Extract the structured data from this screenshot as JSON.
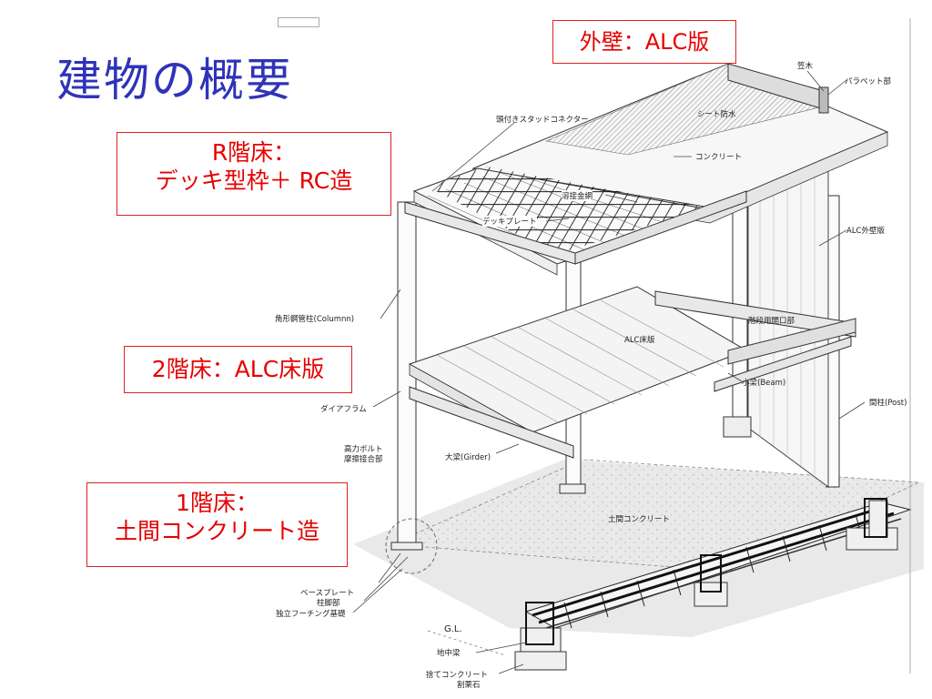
{
  "title": "建物の概要",
  "callouts": {
    "exterior_wall": "外壁：ALC版",
    "roof_floor_line1": "R階床：",
    "roof_floor_line2": "デッキ型枠＋ RC造",
    "second_floor": "2階床：ALC床版",
    "first_floor_line1": "1階床：",
    "first_floor_line2": "土間コンクリート造"
  },
  "labels": {
    "kasagi": "笠木",
    "parapet": "パラペット部",
    "sheet_waterproof": "シート防水",
    "stud_connector": "頭付きスタッドコネクター",
    "concrete": "コンクリート",
    "welded_mesh": "溶接金網",
    "deck_plate": "デッキプレート",
    "alc_wall_panel": "ALC外壁版",
    "column": "角形鋼管柱(Columnn)",
    "stair_opening": "階段用開口部",
    "alc_floor_panel": "ALC床版",
    "beam": "小梁(Beam)",
    "diaphragm": "ダイアフラム",
    "post": "間柱(Post)",
    "hi_bolt_1": "高力ボルト",
    "hi_bolt_2": "摩擦接合部",
    "girder": "大梁(Girder)",
    "slab_concrete": "土間コンクリート",
    "base_plate": "ベースプレート",
    "column_base": "柱脚部",
    "footing": "独立フーチング基礎",
    "gl": "G.L.",
    "foundation_beam": "地中梁",
    "leveling_concrete": "捨てコンクリート",
    "gravel": "割栗石"
  }
}
